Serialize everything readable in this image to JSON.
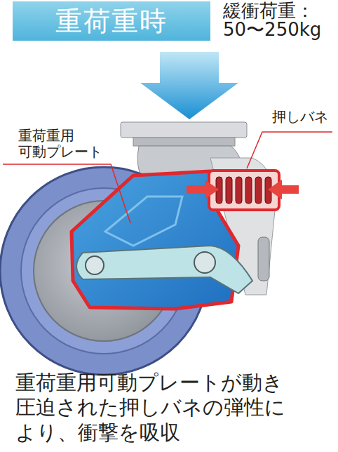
{
  "diagram": {
    "caption": "重荷重用可動プレートが動き 圧迫された押しバネの弾性に より、衝撃を吸収",
    "nodes": [
      {
        "text": [
          "重荷重時"
        ]
      }
    ],
    "labels": [
      "緩衝荷重： 50〜250kg",
      "重荷重用 可動プレート",
      "押しバネ"
    ]
  }
}
